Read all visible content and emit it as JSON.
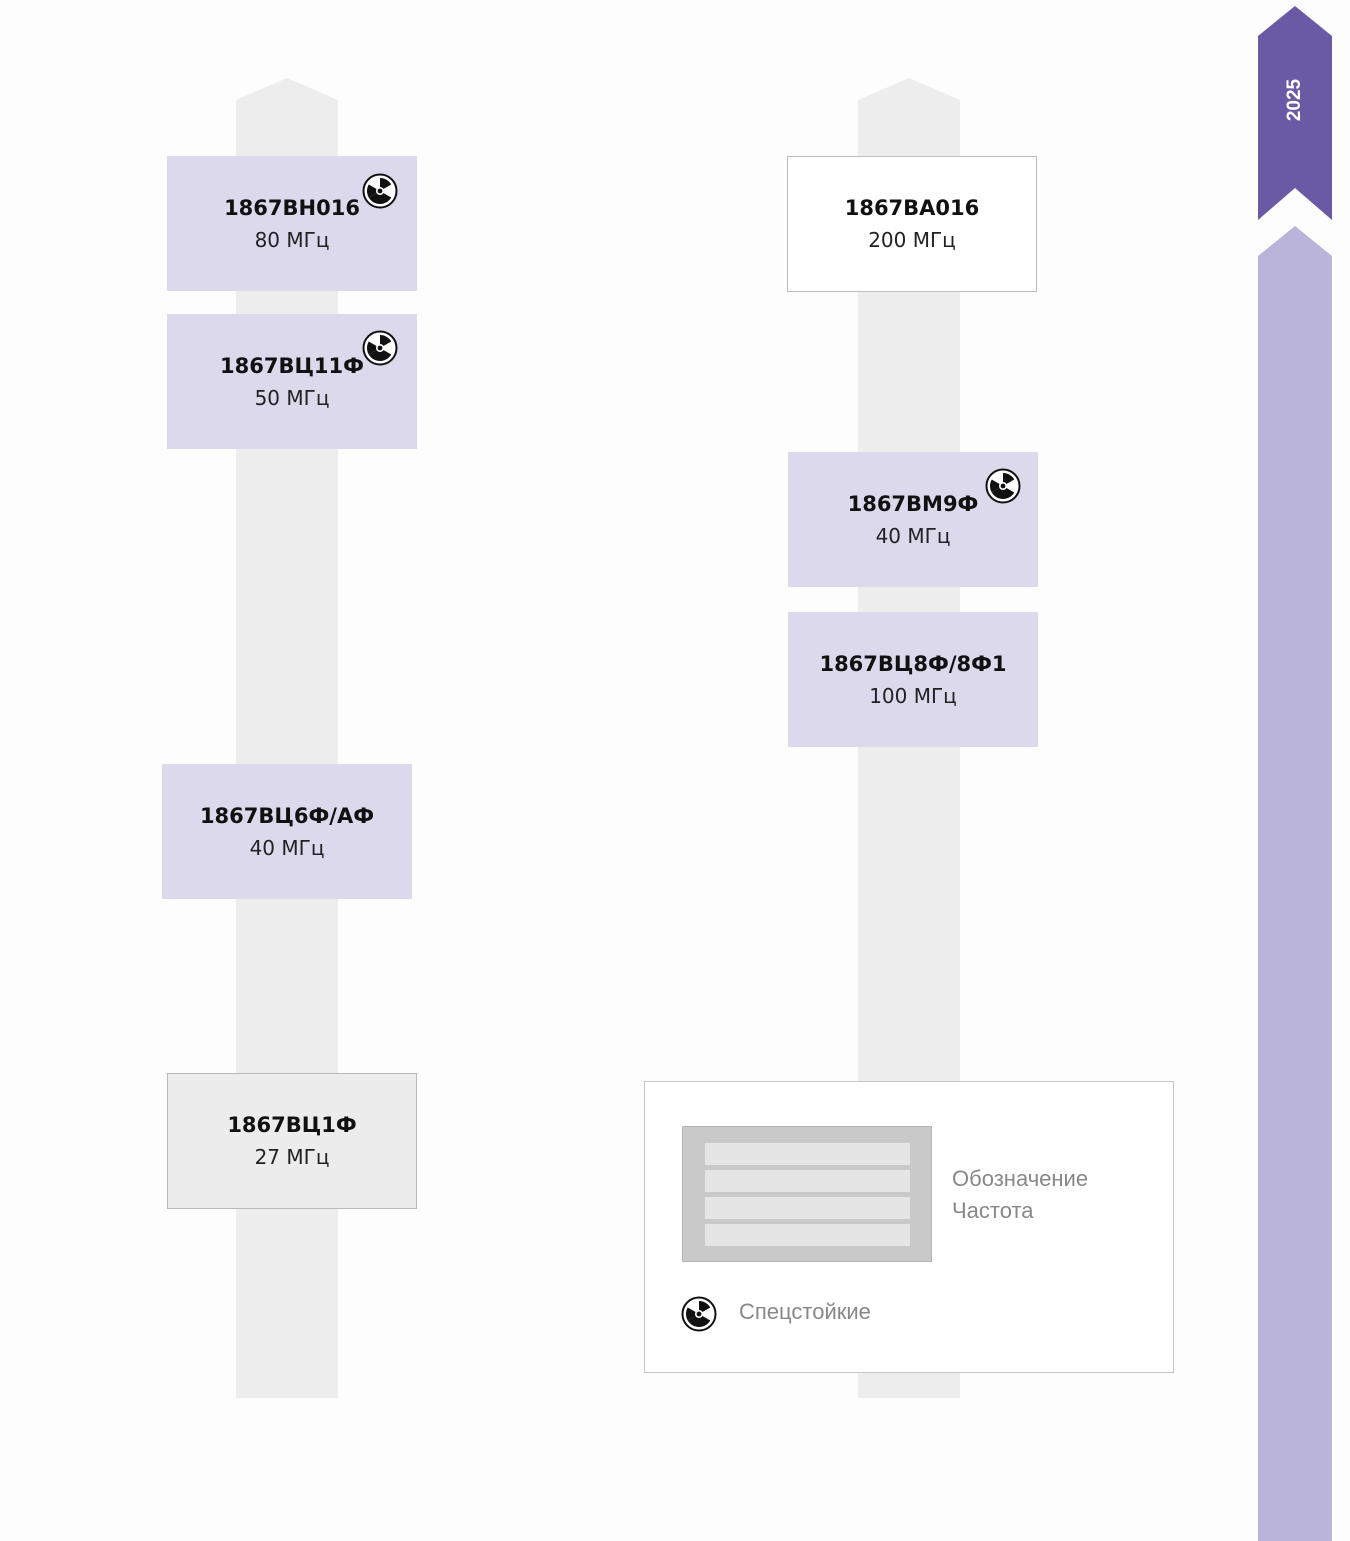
{
  "timeline": {
    "year": "2025"
  },
  "cards": [
    {
      "name": "1867ВН016",
      "freq": "80 МГц"
    },
    {
      "name": "1867ВЦ11Ф",
      "freq": "50 МГц"
    },
    {
      "name": "1867ВЦ6Ф/АФ",
      "freq": "40 МГц"
    },
    {
      "name": "1867ВЦ1Ф",
      "freq": "27 МГц"
    },
    {
      "name": "1867ВА016",
      "freq": "200 МГц"
    },
    {
      "name": "1867ВМ9Ф",
      "freq": "40 МГц"
    },
    {
      "name": "1867ВЦ8Ф/8Ф1",
      "freq": "100 МГц"
    }
  ],
  "legend": {
    "designation_label": "Обозначение",
    "frequency_label": "Частота",
    "radiation_label": "Спецстойкие"
  },
  "icons": {
    "radiation": "radiation-icon"
  },
  "colors": {
    "lilac_card": "#dcd9ec",
    "timeline_dark": "#6a59a4",
    "timeline_light": "#bbb4da"
  }
}
